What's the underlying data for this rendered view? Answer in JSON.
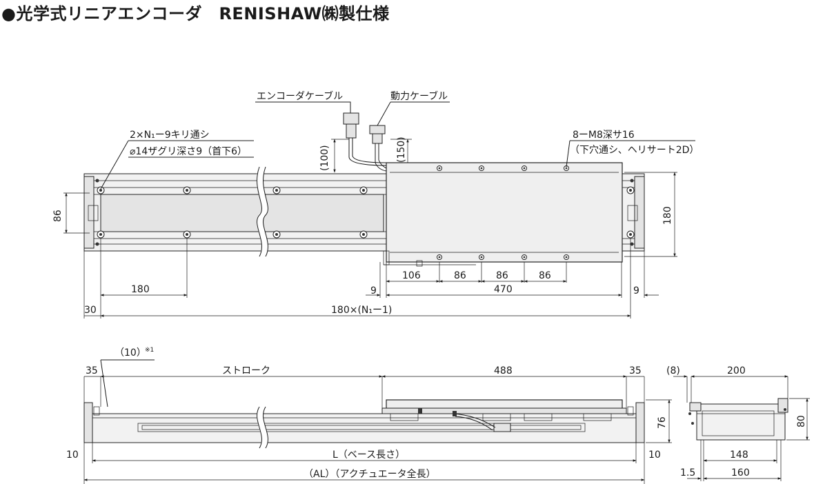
{
  "title": "●光学式リニアエンコーダ　RENISHAW㈱製仕様",
  "labels": {
    "encoder_cable": "エンコーダケーブル",
    "power_cable": "動力ケーブル",
    "holes_left_1": "2×N₁ー9キリ通シ",
    "holes_left_2": "⌀14ザグリ深さ9（首下6）",
    "holes_right_1": "8ーM8深サ16",
    "holes_right_2": "（下穴通シ、ヘリサート2D）",
    "note_10": "（10）",
    "note_mark": "※1",
    "stroke": "ストローク",
    "base_length": "L（ベース長さ）",
    "actuator_length": "（AL）（アクチュエータ全長）"
  },
  "dims": {
    "d100": "(100)",
    "d150": "(150)",
    "d86_side": "86",
    "d180_side": "180",
    "d180_pitch": "180",
    "d9_left": "9",
    "d106": "106",
    "d86_a": "86",
    "d86_b": "86",
    "d86_c": "86",
    "d470": "470",
    "d9_right": "9",
    "d30": "30",
    "d_pitch_total": "180×(N₁ー1)",
    "d35_left": "35",
    "d488": "488",
    "d35_right": "35",
    "d76": "76",
    "d10_left": "10",
    "d10_right": "10",
    "d8": "(8)",
    "d200": "200",
    "d80": "80",
    "d148": "148",
    "d1_5": "1.5",
    "d160": "160"
  }
}
